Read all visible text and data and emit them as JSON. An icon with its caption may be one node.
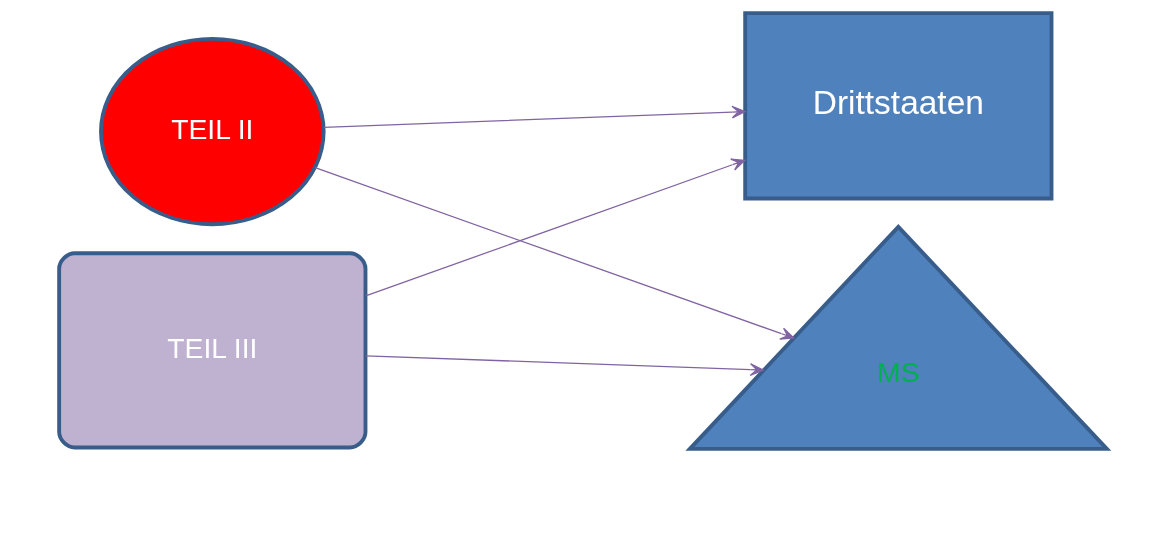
{
  "diagram": {
    "nodes": [
      {
        "text": [
          "TEIL II"
        ]
      },
      {
        "text": [
          "TEIL III"
        ]
      },
      {
        "text": [
          "Drittstaaten"
        ]
      },
      {
        "text": [
          "MS"
        ]
      }
    ],
    "edges": [
      {
        "from": 0,
        "to": 2,
        "arrow": "to"
      },
      {
        "from": 0,
        "to": 3,
        "arrow": "to"
      },
      {
        "from": 1,
        "to": 2,
        "arrow": "to"
      },
      {
        "from": 1,
        "to": 3,
        "arrow": "to"
      }
    ]
  }
}
